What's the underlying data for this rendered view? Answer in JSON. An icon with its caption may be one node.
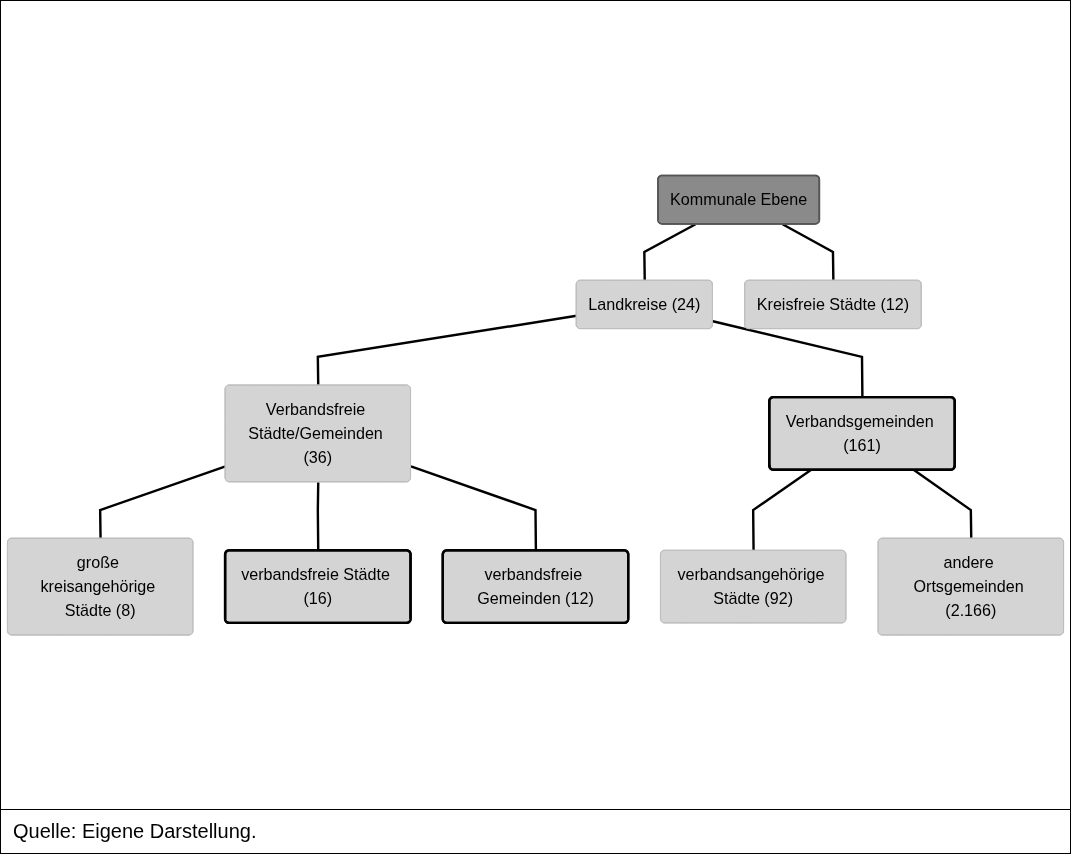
{
  "diagram": {
    "caption": "Quelle: Eigene Darstellung.",
    "nodes": [
      {
        "text": [
          "Kommunale Ebene"
        ]
      },
      {
        "text": [
          "Landkreise (24)"
        ]
      },
      {
        "text": [
          "Kreisfreie Städte (12)"
        ]
      },
      {
        "text": [
          "Verbandsfreie Städte/Gemeinden (36)"
        ]
      },
      {
        "text": [
          "Verbandsgemeinden (161)"
        ]
      },
      {
        "text": [
          "große kreisangehörige Städte (8)"
        ]
      },
      {
        "text": [
          "verbandsfreie Städte (16)"
        ]
      },
      {
        "text": [
          "verbandsfreie Gemeinden (12)"
        ]
      },
      {
        "text": [
          "verbandsangehörige Städte (92)"
        ]
      },
      {
        "text": [
          "andere Ortsgemeinden (2.166)"
        ]
      }
    ],
    "edges": [
      {
        "from": 0,
        "to": 1,
        "arrow": "none"
      },
      {
        "from": 0,
        "to": 2,
        "arrow": "none"
      },
      {
        "from": 1,
        "to": 3,
        "arrow": "none"
      },
      {
        "from": 1,
        "to": 4,
        "arrow": "none"
      },
      {
        "from": 3,
        "to": 5,
        "arrow": "none"
      },
      {
        "from": 3,
        "to": 6,
        "arrow": "none"
      },
      {
        "from": 3,
        "to": 7,
        "arrow": "none"
      },
      {
        "from": 4,
        "to": 8,
        "arrow": "none"
      },
      {
        "from": 4,
        "to": 9,
        "arrow": "none"
      }
    ]
  }
}
